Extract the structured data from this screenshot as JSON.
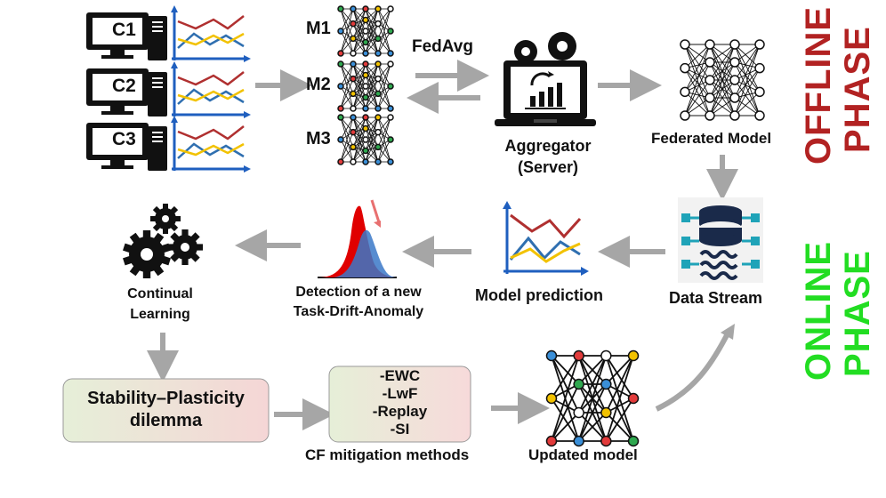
{
  "clients": [
    {
      "label": "C1"
    },
    {
      "label": "C2"
    },
    {
      "label": "C3"
    }
  ],
  "local_models": [
    {
      "label": "M1"
    },
    {
      "label": "M2"
    },
    {
      "label": "M3"
    }
  ],
  "fedavg_label": "FedAvg",
  "aggregator": {
    "line1": "Aggregator",
    "line2": "(Server)"
  },
  "federated_model_label": "Federated Model",
  "data_stream_label": "Data Stream",
  "model_prediction_label": "Model prediction",
  "detection": {
    "line1": "Detection of a new",
    "line2": "Task-Drift-Anomaly"
  },
  "continual_learning": {
    "line1": "Continual",
    "line2": "Learning"
  },
  "dilemma": {
    "line1": "Stability–Plasticity",
    "line2": "dilemma"
  },
  "cf_methods": [
    "-EWC",
    "-LwF",
    "-Replay",
    "-SI"
  ],
  "cf_methods_label": "CF mitigation methods",
  "updated_model_label": "Updated model",
  "offline_phase": {
    "line1": "OFFLINE",
    "line2": "PHASE",
    "color": "#b22222"
  },
  "online_phase": {
    "line1": "ONLINE",
    "line2": "PHASE",
    "color": "#22dd22"
  },
  "colors": {
    "arrow": "#a6a6a6",
    "dark": "#111111",
    "chart_red": "#b03030",
    "chart_yellow": "#f2c200",
    "chart_blue": "#2f6fb0",
    "axis_blue": "#1f5fbf",
    "teal": "#1fa3b8"
  }
}
